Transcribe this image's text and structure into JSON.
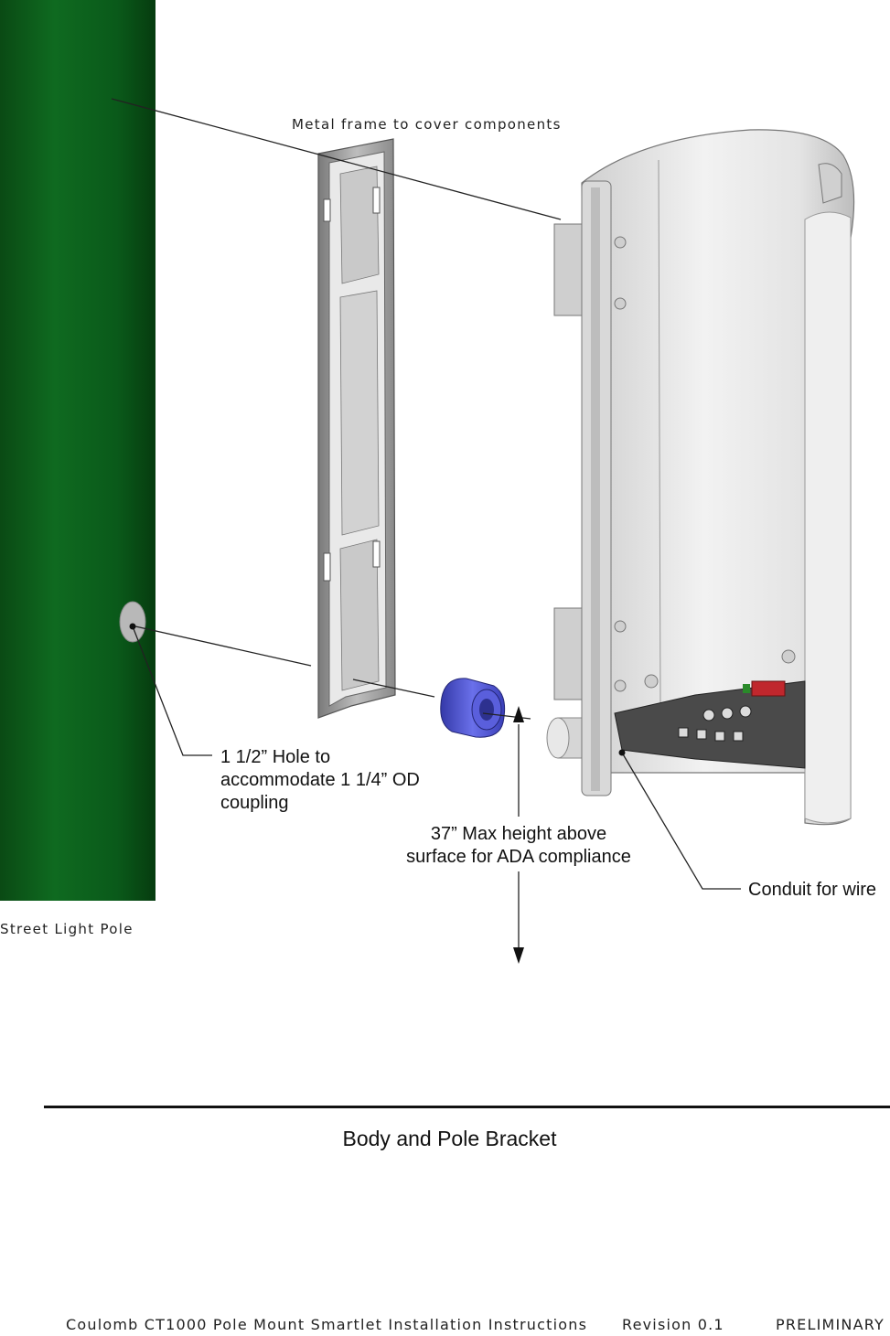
{
  "figure": {
    "labels": {
      "metal_frame": "Metal frame to cover components",
      "hole": [
        "1 1/2” Hole to",
        "accommodate 1 1/4” OD",
        "coupling"
      ],
      "height": [
        "37” Max height above",
        "surface for ADA compliance"
      ],
      "conduit": "Conduit for wire",
      "pole": "Street Light Pole"
    },
    "colors": {
      "pole": "#0c5a1c",
      "coupling": "#4a4fd6",
      "housing": "#e6e6e6",
      "frame": "#8f8f8f"
    }
  },
  "caption": "Body and Pole Bracket",
  "footer": {
    "document": "Coulomb CT1000 Pole Mount Smartlet Installation Instructions",
    "revision": "Revision 0.1",
    "status": "PRELIMINARY"
  }
}
